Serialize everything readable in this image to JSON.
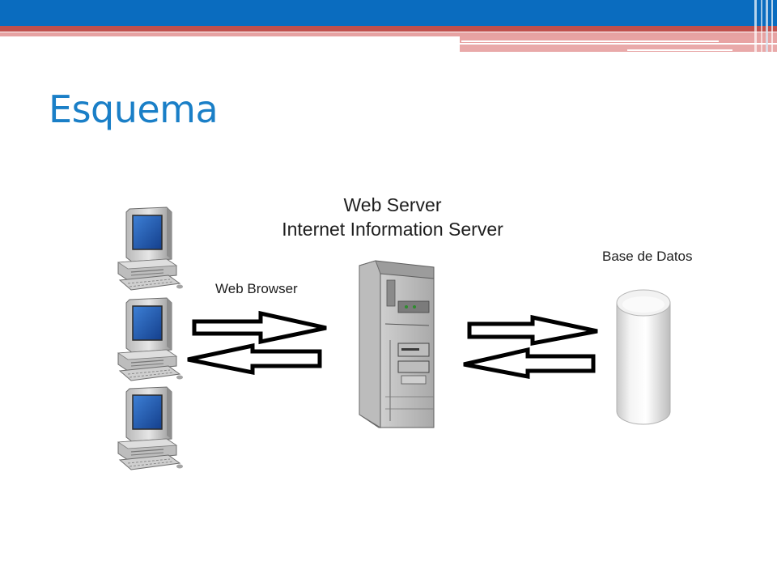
{
  "slide": {
    "title": "Esquema"
  },
  "diagram": {
    "web_server_label": "Web Server",
    "iis_label": "Internet Information Server",
    "web_browser_label": "Web Browser",
    "database_label": "Base de Datos",
    "nodes": [
      {
        "name": "client-computer-1",
        "icon": "desktop-computer-icon"
      },
      {
        "name": "client-computer-2",
        "icon": "desktop-computer-icon"
      },
      {
        "name": "client-computer-3",
        "icon": "desktop-computer-icon"
      },
      {
        "name": "web-server",
        "icon": "server-tower-icon"
      },
      {
        "name": "database",
        "icon": "database-cylinder-icon"
      }
    ],
    "connections": [
      {
        "from": "clients",
        "to": "web-server",
        "direction": "right"
      },
      {
        "from": "web-server",
        "to": "clients",
        "direction": "left"
      },
      {
        "from": "web-server",
        "to": "database",
        "direction": "right"
      },
      {
        "from": "database",
        "to": "web-server",
        "direction": "left"
      }
    ]
  },
  "colors": {
    "banner_blue": "#0a6cbf",
    "banner_red": "#c0504d",
    "banner_pink": "#e8a3a3",
    "title_blue": "#1a7fc7",
    "screen_blue": "#1f5fb8"
  }
}
